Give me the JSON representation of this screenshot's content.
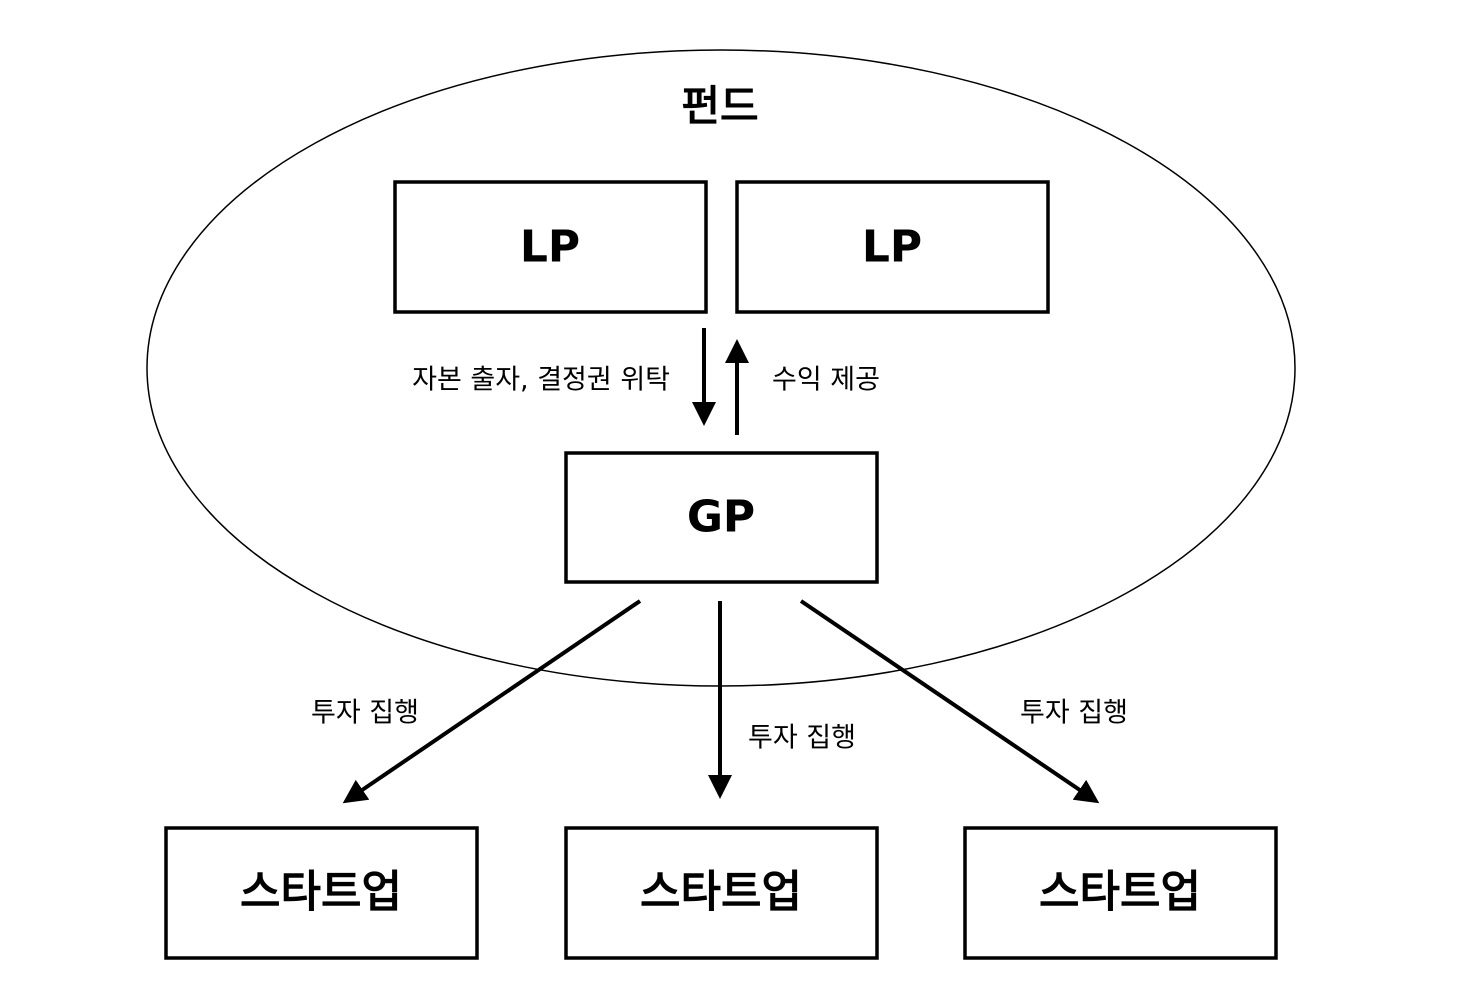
{
  "fund": {
    "title": "펀드"
  },
  "nodes": {
    "lp_left": "LP",
    "lp_right": "LP",
    "gp": "GP",
    "startup_left": "스타트업",
    "startup_center": "스타트업",
    "startup_right": "스타트업"
  },
  "edges": {
    "lp_to_gp": "자본 출자, 결정권 위탁",
    "gp_to_lp": "수익 제공",
    "gp_to_startup_left": "투자 집행",
    "gp_to_startup_center": "투자 집행",
    "gp_to_startup_right": "투자 집행"
  }
}
